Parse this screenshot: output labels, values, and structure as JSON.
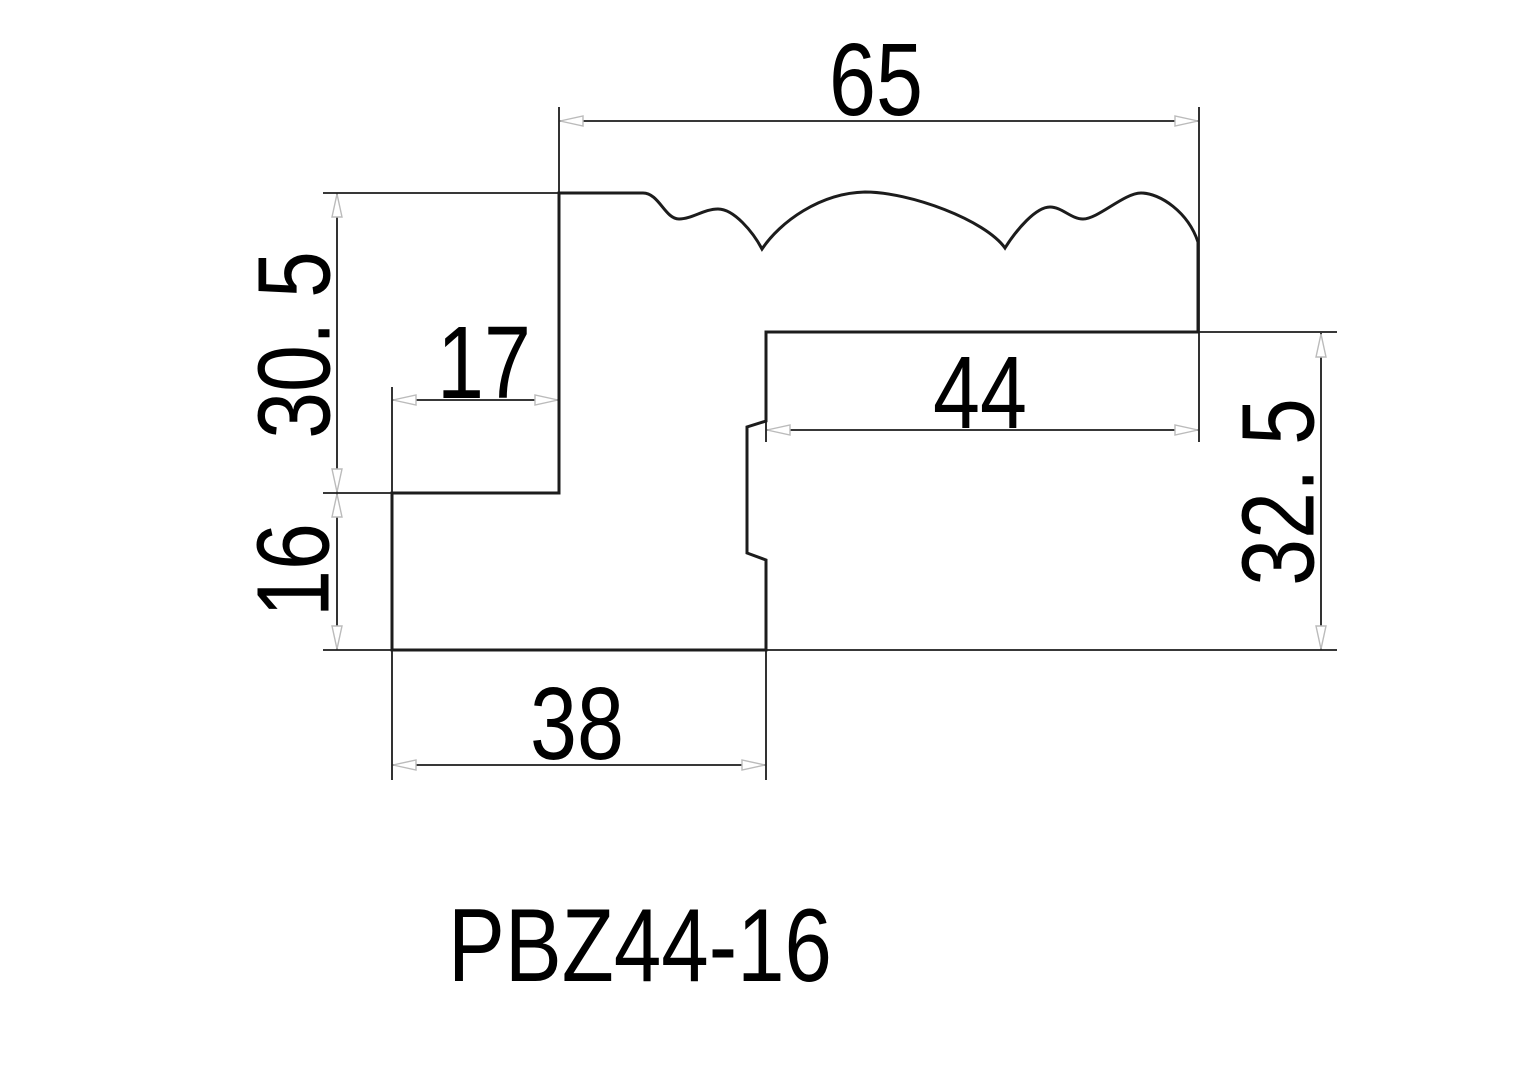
{
  "drawing": {
    "product_code": "PBZ44-16",
    "dimensions": {
      "top_width": "65",
      "upper_left_height": "30. 5",
      "step_width": "17",
      "lower_left_height": "16",
      "rabbet_width": "44",
      "right_height": "32. 5",
      "base_width": "38"
    },
    "colors": {
      "line": "#1c1c1c",
      "text": "#000000",
      "arrow_outline": "#bbbbbb",
      "background": "#ffffff"
    }
  }
}
